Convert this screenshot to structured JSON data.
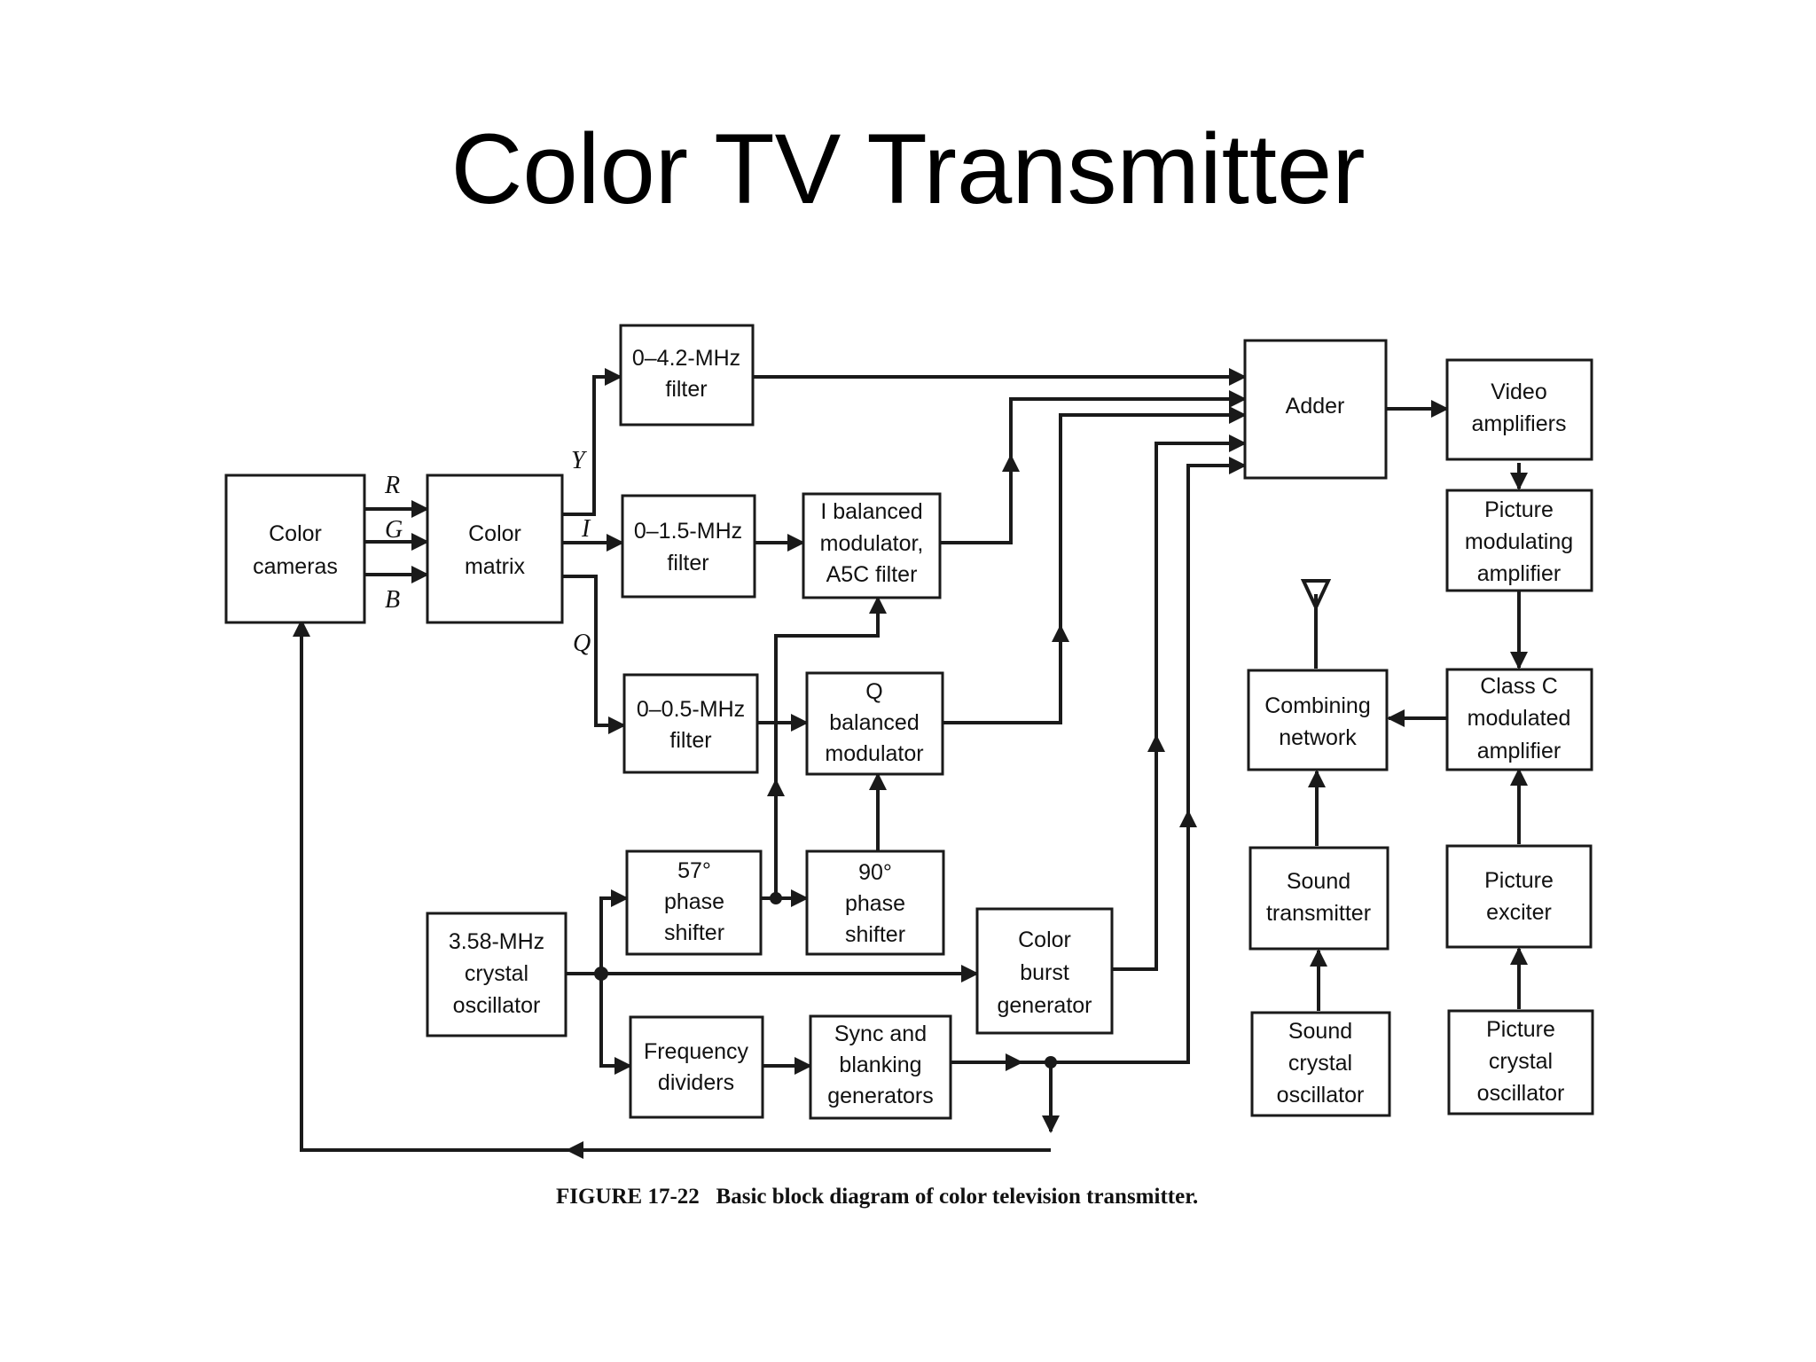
{
  "title": "Color TV Transmitter",
  "caption": "FIGURE 17-22   Basic block diagram of color television transmitter.",
  "signal_labels": {
    "R": "R",
    "G": "G",
    "B": "B",
    "Y": "Y",
    "I": "I",
    "Q": "Q"
  },
  "blocks": {
    "color_cameras": [
      "Color",
      "cameras"
    ],
    "color_matrix": [
      "Color",
      "matrix"
    ],
    "filter_y": [
      "0–4.2-MHz",
      "filter"
    ],
    "filter_i": [
      "0–1.5-MHz",
      "filter"
    ],
    "filter_q": [
      "0–0.5-MHz",
      "filter"
    ],
    "i_modulator": [
      "I balanced",
      "modulator,",
      "A5C filter"
    ],
    "q_modulator": [
      "Q",
      "balanced",
      "modulator"
    ],
    "phase_57": [
      "57°",
      "phase",
      "shifter"
    ],
    "phase_90": [
      "90°",
      "phase",
      "shifter"
    ],
    "crystal_oscillator": [
      "3.58-MHz",
      "crystal",
      "oscillator"
    ],
    "color_burst": [
      "Color",
      "burst",
      "generator"
    ],
    "freq_dividers": [
      "Frequency",
      "dividers"
    ],
    "sync_blanking": [
      "Sync and",
      "blanking",
      "generators"
    ],
    "adder": [
      "Adder"
    ],
    "video_amps": [
      "Video",
      "amplifiers"
    ],
    "picture_mod_amp": [
      "Picture",
      "modulating",
      "amplifier"
    ],
    "class_c": [
      "Class C",
      "modulated",
      "amplifier"
    ],
    "combining": [
      "Combining",
      "network"
    ],
    "sound_tx": [
      "Sound",
      "transmitter"
    ],
    "picture_exciter": [
      "Picture",
      "exciter"
    ],
    "sound_osc": [
      "Sound",
      "crystal",
      "oscillator"
    ],
    "picture_osc": [
      "Picture",
      "crystal",
      "oscillator"
    ]
  }
}
